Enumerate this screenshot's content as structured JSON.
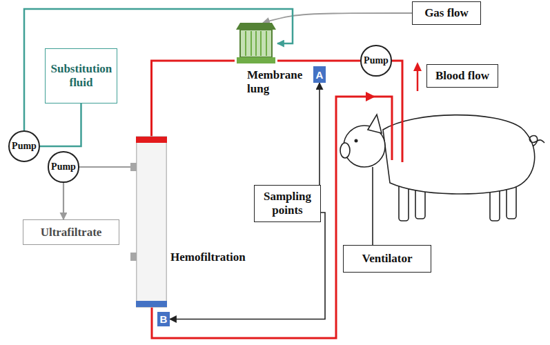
{
  "diagram": {
    "nodes": [
      {
        "text": [
          "Gas flow"
        ]
      },
      {
        "text": [
          "Pump"
        ]
      },
      {
        "text": [
          "Membrane lung"
        ]
      },
      {
        "text": [
          "A"
        ]
      },
      {
        "text": [
          "Blood flow"
        ]
      },
      {
        "text": [
          "Substitution fluid"
        ]
      },
      {
        "text": [
          "Pump"
        ]
      },
      {
        "text": [
          "Pump"
        ]
      },
      {
        "text": [
          "Ultrafiltrate"
        ]
      },
      {
        "text": [
          "Hemofiltration"
        ]
      },
      {
        "text": [
          "Sampling points"
        ]
      },
      {
        "text": [
          "Ventilator"
        ]
      },
      {
        "text": [
          "B"
        ]
      }
    ],
    "edges": [
      {
        "from": 0,
        "to": 2,
        "arrow": "to"
      },
      {
        "from": 1,
        "to": 2,
        "arrow": "none"
      },
      {
        "from": 2,
        "to": 9,
        "arrow": "none"
      },
      {
        "from": 5,
        "to": 6,
        "arrow": "none"
      },
      {
        "from": 6,
        "to": 2,
        "arrow": "to"
      },
      {
        "from": 9,
        "to": 7,
        "arrow": "none"
      },
      {
        "from": 7,
        "to": 8,
        "arrow": "to"
      },
      {
        "from": 10,
        "to": 3,
        "arrow": "to"
      },
      {
        "from": 10,
        "to": 12,
        "arrow": "to"
      }
    ]
  }
}
